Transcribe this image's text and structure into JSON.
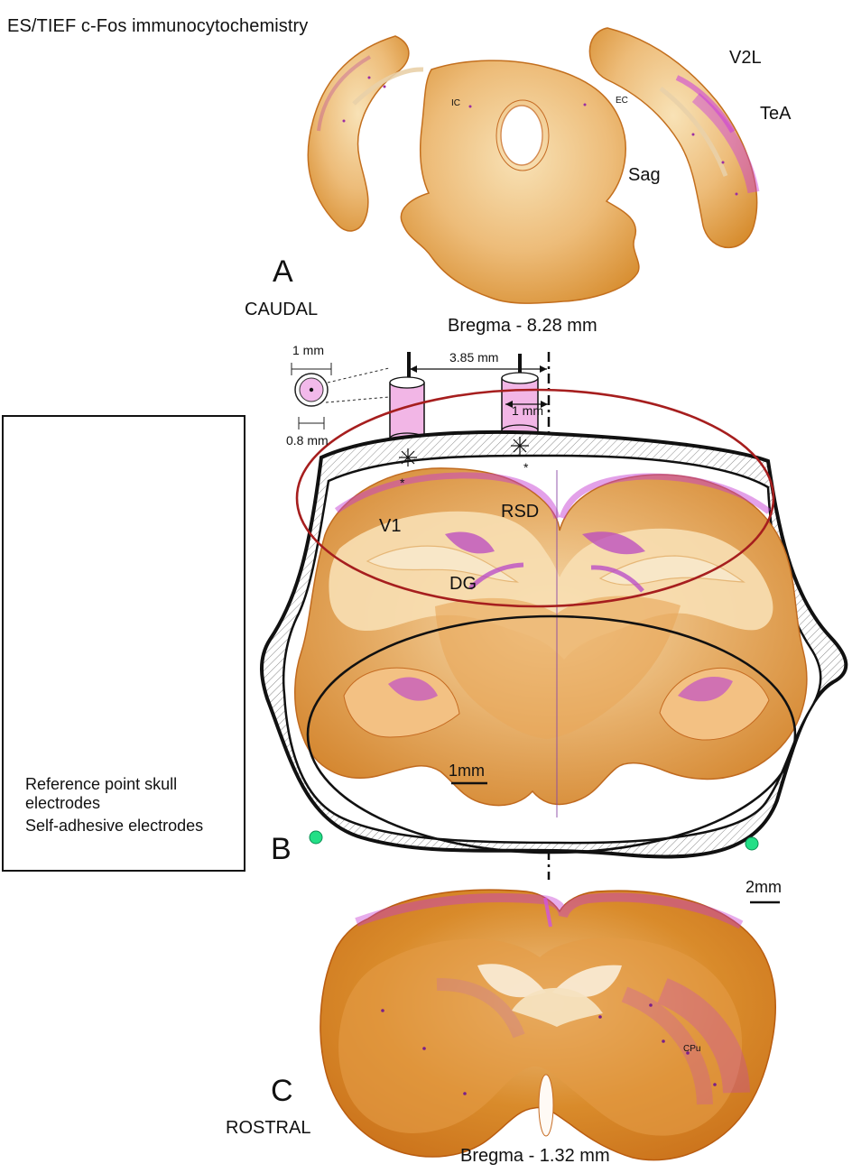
{
  "title": "ES/TIEF c-Fos immunocytochemistry",
  "panels": {
    "a": {
      "letter": "A",
      "position": "CAUDAL",
      "bregma": "Bregma - 8.28 mm",
      "labels": {
        "v2l": "V2L",
        "tea": "TeA",
        "sag": "Sag",
        "ic": "IC",
        "ec": "EC"
      }
    },
    "b": {
      "letter": "B",
      "labels": {
        "v1": "V1",
        "rsd": "RSD",
        "dg": "DG"
      },
      "scale": "1mm",
      "measurements": {
        "one_mm_top": "1 mm",
        "point_eight": "0.8 mm",
        "three_eighty_five": "3.85 mm",
        "one_mm_inner": "1 mm"
      },
      "asterisk_left": "*",
      "asterisk_right": "*"
    },
    "c": {
      "letter": "C",
      "position": "ROSTRAL",
      "bregma": "Bregma - 1.32 mm",
      "scale": "2mm",
      "labels": {
        "cpu": "CPu"
      }
    }
  },
  "legend": {
    "reference_line1": "Reference point skull",
    "reference_line2": "electrodes",
    "self_adhesive": "Self-adhesive  electrodes"
  },
  "colors": {
    "tissue_orange": "#d98b2b",
    "tissue_pale": "#f4d8a6",
    "magenta_stain": "#c33bcf",
    "cylinder_pink": "#f1b6e7",
    "red_ellipse": "#a61e1e",
    "green_electrode": "#22df86",
    "skull_gray": "#b8b8b8"
  }
}
